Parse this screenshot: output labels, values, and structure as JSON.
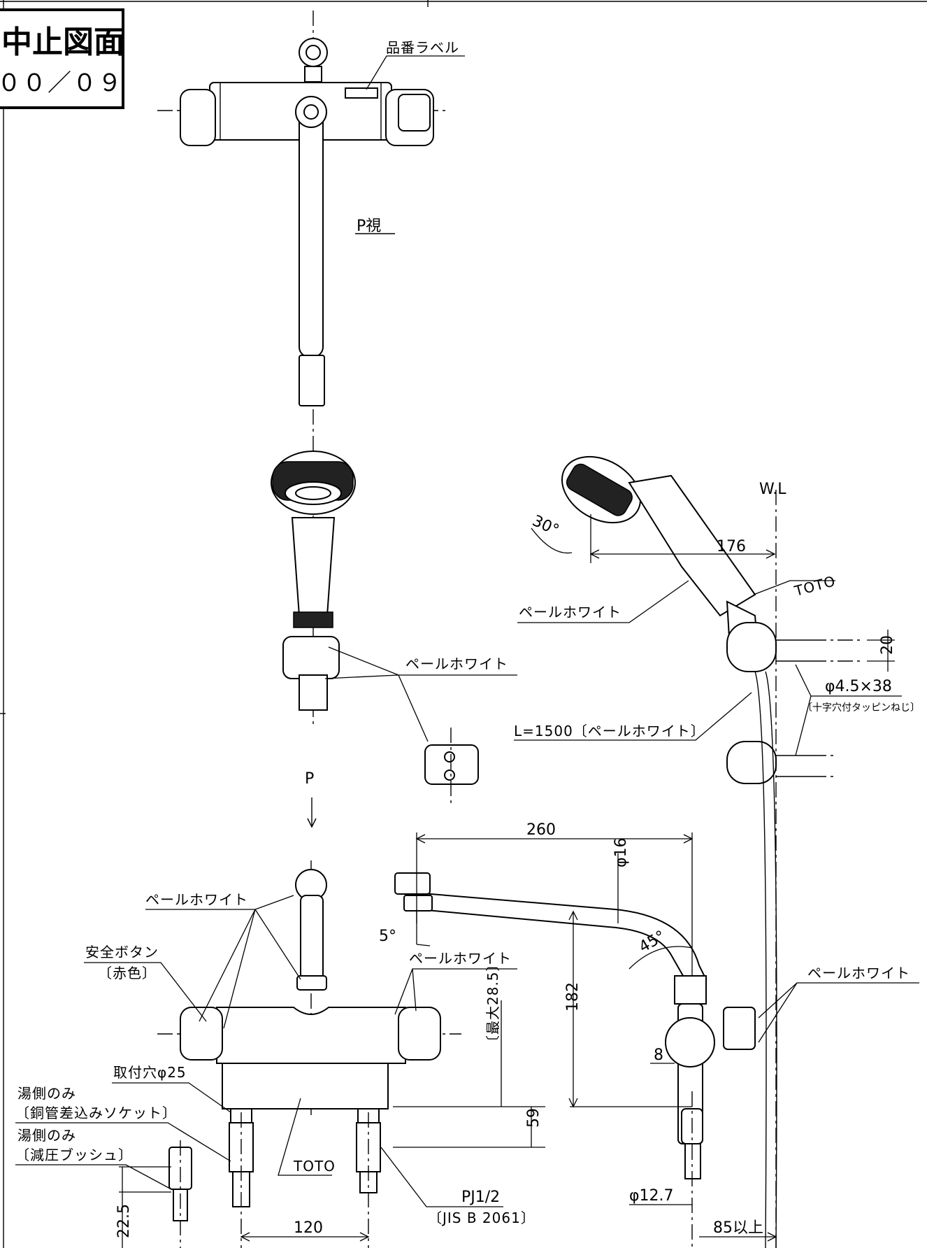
{
  "stamp": {
    "line1": "中止図面",
    "line2": "００／０９"
  },
  "labels": {
    "part_number_label": "品番ラベル",
    "view_p_title": "P視",
    "view_arrow": "P",
    "wl": "W.L",
    "pale_white": "ペールホワイト",
    "toto": "TOTO",
    "hose": "L=1500〔ペールホワイト〕",
    "screw": "φ4.5×38",
    "screw_note": "〔十字穴付タッピンねじ〕",
    "safety_button": "安全ボタン",
    "red_color": "〔赤色〕",
    "mount_hole": "取付穴φ25",
    "hot_side_only_1": "湯側のみ",
    "copper_socket": "〔銅管差込みソケット〕",
    "hot_side_only_2": "湯側のみ",
    "reducer_bush": "〔減圧ブッシュ〕",
    "pj": "PJ1/2",
    "jis": "〔JIS B 2061〕",
    "max_note": "〔最大28.5〕"
  },
  "dimensions": {
    "d176": "176",
    "d30deg": "30°",
    "d20": "20",
    "d260": "260",
    "d16": "φ16",
    "d5deg": "5°",
    "d45deg": "45°",
    "d182": "182",
    "d8": "8",
    "d59": "59",
    "d120": "120",
    "d22_5": "22.5",
    "d12_7": "φ12.7",
    "d85": "85以上"
  }
}
